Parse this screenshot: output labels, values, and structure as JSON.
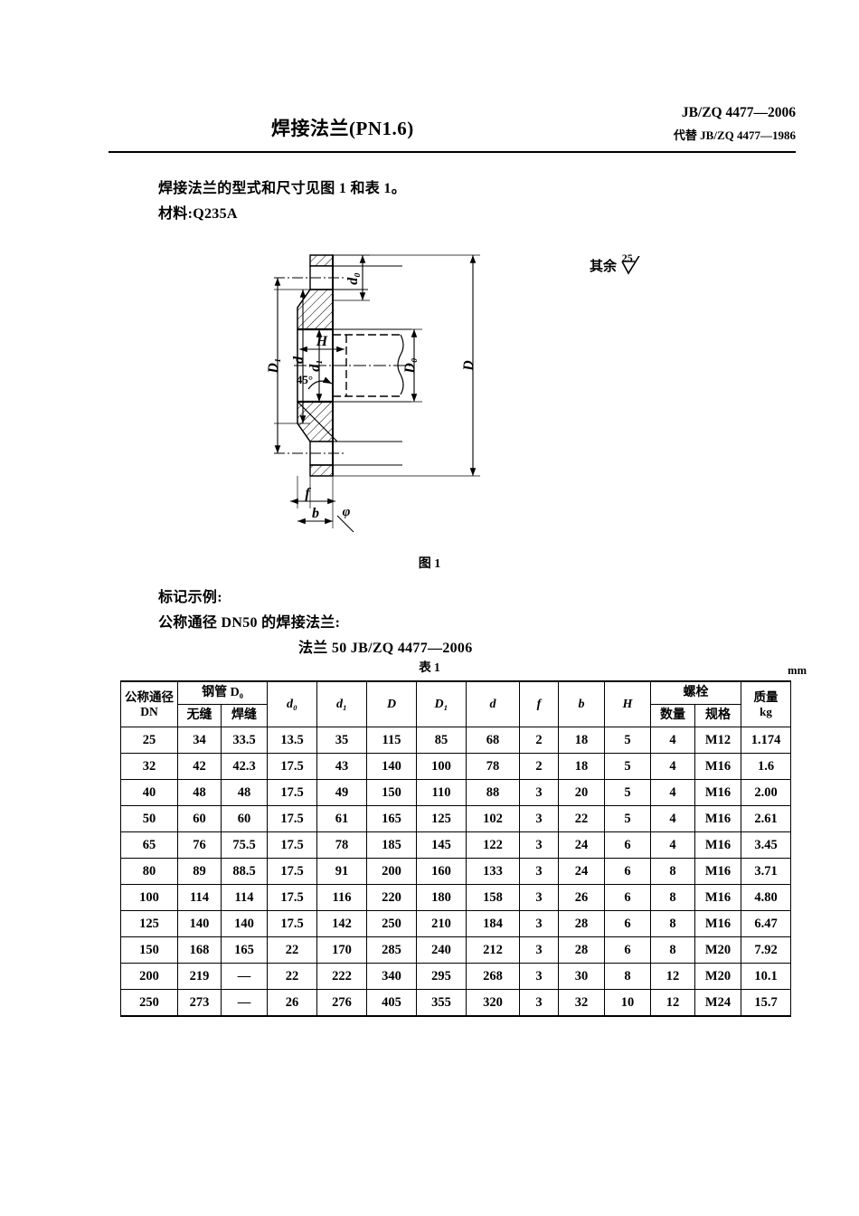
{
  "header": {
    "title": "焊接法兰(PN1.6)",
    "std_code": "JB/ZQ 4477—2006",
    "replaces": "代替 JB/ZQ 4477—1986"
  },
  "intro": {
    "line1": "焊接法兰的型式和尺寸见图 1 和表 1。",
    "line2": "材料:Q235A"
  },
  "figure": {
    "caption": "图 1",
    "roughness_note": "其余",
    "roughness_value": "25",
    "labels": {
      "D": "D",
      "D1": "D₁",
      "D0": "D₀",
      "d": "d",
      "d0": "d₀",
      "d1": "d₁",
      "H": "H",
      "f": "f",
      "b": "b",
      "angle": "45°",
      "phi": "φ"
    }
  },
  "marking": {
    "title": "标记示例:",
    "description": "公称通径 DN50 的焊接法兰:",
    "code": "法兰  50  JB/ZQ 4477—2006"
  },
  "table": {
    "caption": "表 1",
    "unit": "mm",
    "headers": {
      "dn_line1": "公称通径",
      "dn_line2": "DN",
      "pipe_group": "钢管 D₀",
      "seamless": "无缝",
      "welded": "焊缝",
      "d0": "d₀",
      "d1": "d₁",
      "D": "D",
      "D1": "D₁",
      "d": "d",
      "f": "f",
      "b": "b",
      "H": "H",
      "bolt_group": "螺栓",
      "bolt_qty": "数量",
      "bolt_spec": "规格",
      "mass_line1": "质量",
      "mass_line2": "kg"
    },
    "rows": [
      {
        "dn": "25",
        "seamless": "34",
        "welded": "33.5",
        "d0": "13.5",
        "d1": "35",
        "D": "115",
        "D1": "85",
        "d": "68",
        "f": "2",
        "b": "18",
        "H": "5",
        "qty": "4",
        "spec": "M12",
        "mass": "1.174"
      },
      {
        "dn": "32",
        "seamless": "42",
        "welded": "42.3",
        "d0": "17.5",
        "d1": "43",
        "D": "140",
        "D1": "100",
        "d": "78",
        "f": "2",
        "b": "18",
        "H": "5",
        "qty": "4",
        "spec": "M16",
        "mass": "1.6"
      },
      {
        "dn": "40",
        "seamless": "48",
        "welded": "48",
        "d0": "17.5",
        "d1": "49",
        "D": "150",
        "D1": "110",
        "d": "88",
        "f": "3",
        "b": "20",
        "H": "5",
        "qty": "4",
        "spec": "M16",
        "mass": "2.00"
      },
      {
        "dn": "50",
        "seamless": "60",
        "welded": "60",
        "d0": "17.5",
        "d1": "61",
        "D": "165",
        "D1": "125",
        "d": "102",
        "f": "3",
        "b": "22",
        "H": "5",
        "qty": "4",
        "spec": "M16",
        "mass": "2.61"
      },
      {
        "dn": "65",
        "seamless": "76",
        "welded": "75.5",
        "d0": "17.5",
        "d1": "78",
        "D": "185",
        "D1": "145",
        "d": "122",
        "f": "3",
        "b": "24",
        "H": "6",
        "qty": "4",
        "spec": "M16",
        "mass": "3.45"
      },
      {
        "dn": "80",
        "seamless": "89",
        "welded": "88.5",
        "d0": "17.5",
        "d1": "91",
        "D": "200",
        "D1": "160",
        "d": "133",
        "f": "3",
        "b": "24",
        "H": "6",
        "qty": "8",
        "spec": "M16",
        "mass": "3.71"
      },
      {
        "dn": "100",
        "seamless": "114",
        "welded": "114",
        "d0": "17.5",
        "d1": "116",
        "D": "220",
        "D1": "180",
        "d": "158",
        "f": "3",
        "b": "26",
        "H": "6",
        "qty": "8",
        "spec": "M16",
        "mass": "4.80"
      },
      {
        "dn": "125",
        "seamless": "140",
        "welded": "140",
        "d0": "17.5",
        "d1": "142",
        "D": "250",
        "D1": "210",
        "d": "184",
        "f": "3",
        "b": "28",
        "H": "6",
        "qty": "8",
        "spec": "M16",
        "mass": "6.47"
      },
      {
        "dn": "150",
        "seamless": "168",
        "welded": "165",
        "d0": "22",
        "d1": "170",
        "D": "285",
        "D1": "240",
        "d": "212",
        "f": "3",
        "b": "28",
        "H": "6",
        "qty": "8",
        "spec": "M20",
        "mass": "7.92"
      },
      {
        "dn": "200",
        "seamless": "219",
        "welded": "—",
        "d0": "22",
        "d1": "222",
        "D": "340",
        "D1": "295",
        "d": "268",
        "f": "3",
        "b": "30",
        "H": "8",
        "qty": "12",
        "spec": "M20",
        "mass": "10.1"
      },
      {
        "dn": "250",
        "seamless": "273",
        "welded": "—",
        "d0": "26",
        "d1": "276",
        "D": "405",
        "D1": "355",
        "d": "320",
        "f": "3",
        "b": "32",
        "H": "10",
        "qty": "12",
        "spec": "M24",
        "mass": "15.7"
      }
    ]
  }
}
